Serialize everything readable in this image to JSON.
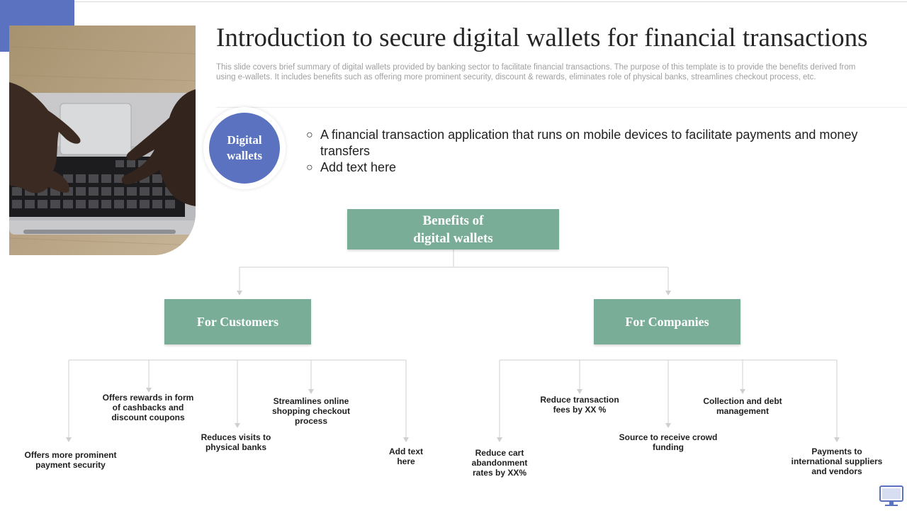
{
  "title": "Introduction to secure digital wallets for financial transactions",
  "subtitle": "This slide covers brief summary of digital wallets provided by banking sector to facilitate financial transactions. The purpose of this template is to provide the benefits derived from using e-wallets. It includes benefits such as offering more prominent security, discount & rewards, eliminates role of physical banks, streamlines checkout process, etc.",
  "definition": {
    "label_line1": "Digital",
    "label_line2": "wallets",
    "bullets": [
      "A financial transaction application that runs on mobile devices to facilitate payments and money transfers",
      "Add text here"
    ]
  },
  "tree": {
    "root_line1": "Benefits of",
    "root_line2": "digital  wallets",
    "customers": {
      "label": "For Customers",
      "items": [
        "Offers more prominent payment security",
        "Offers rewards in form of cashbacks and discount coupons",
        "Reduces visits to physical banks",
        "Streamlines online shopping checkout process",
        "Add text here"
      ]
    },
    "companies": {
      "label": "For Companies",
      "items": [
        "Reduce cart abandonment rates by XX%",
        "Reduce transaction fees by XX %",
        "Source to receive crowd funding",
        "Collection and debt management",
        "Payments to international  suppliers and vendors"
      ]
    }
  },
  "colors": {
    "accent_blue": "#5a72bf",
    "box_green": "#79ad98"
  },
  "icons": {
    "bottom_right": "monitor-icon"
  }
}
